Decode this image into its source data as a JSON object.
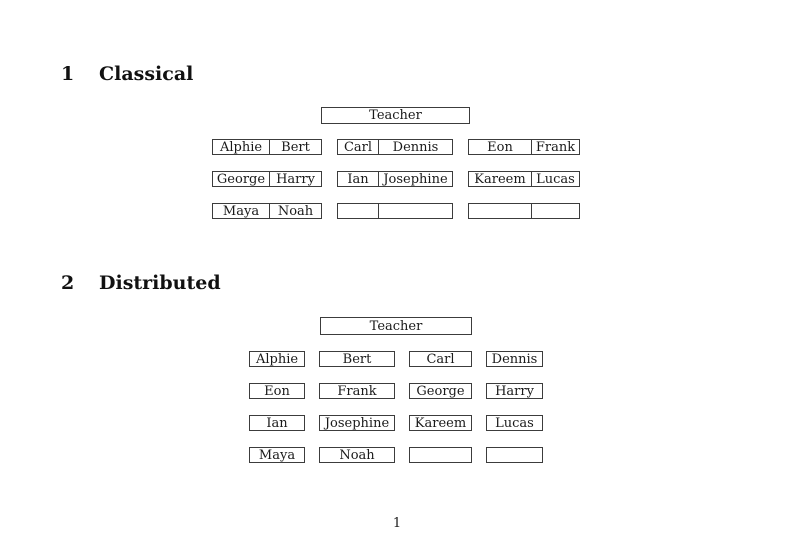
{
  "document": {
    "page_number": "1"
  },
  "classical": {
    "heading_number": "1",
    "heading_title": "Classical",
    "teacher_label": "Teacher",
    "rows": [
      [
        {
          "left": "Alphie",
          "right": "Bert"
        },
        {
          "left": "Carl",
          "right": "Dennis"
        },
        {
          "left": "Eon",
          "right": "Frank"
        }
      ],
      [
        {
          "left": "George",
          "right": "Harry"
        },
        {
          "left": "Ian",
          "right": "Josephine"
        },
        {
          "left": "Kareem",
          "right": "Lucas"
        }
      ],
      [
        {
          "left": "Maya",
          "right": "Noah"
        },
        {
          "left": "",
          "right": ""
        },
        {
          "left": "",
          "right": ""
        }
      ]
    ]
  },
  "distributed": {
    "heading_number": "2",
    "heading_title": "Distributed",
    "teacher_label": "Teacher",
    "rows": [
      [
        "Alphie",
        "Bert",
        "Carl",
        "Dennis"
      ],
      [
        "Eon",
        "Frank",
        "George",
        "Harry"
      ],
      [
        "Ian",
        "Josephine",
        "Kareem",
        "Lucas"
      ],
      [
        "Maya",
        "Noah",
        "",
        ""
      ]
    ]
  }
}
